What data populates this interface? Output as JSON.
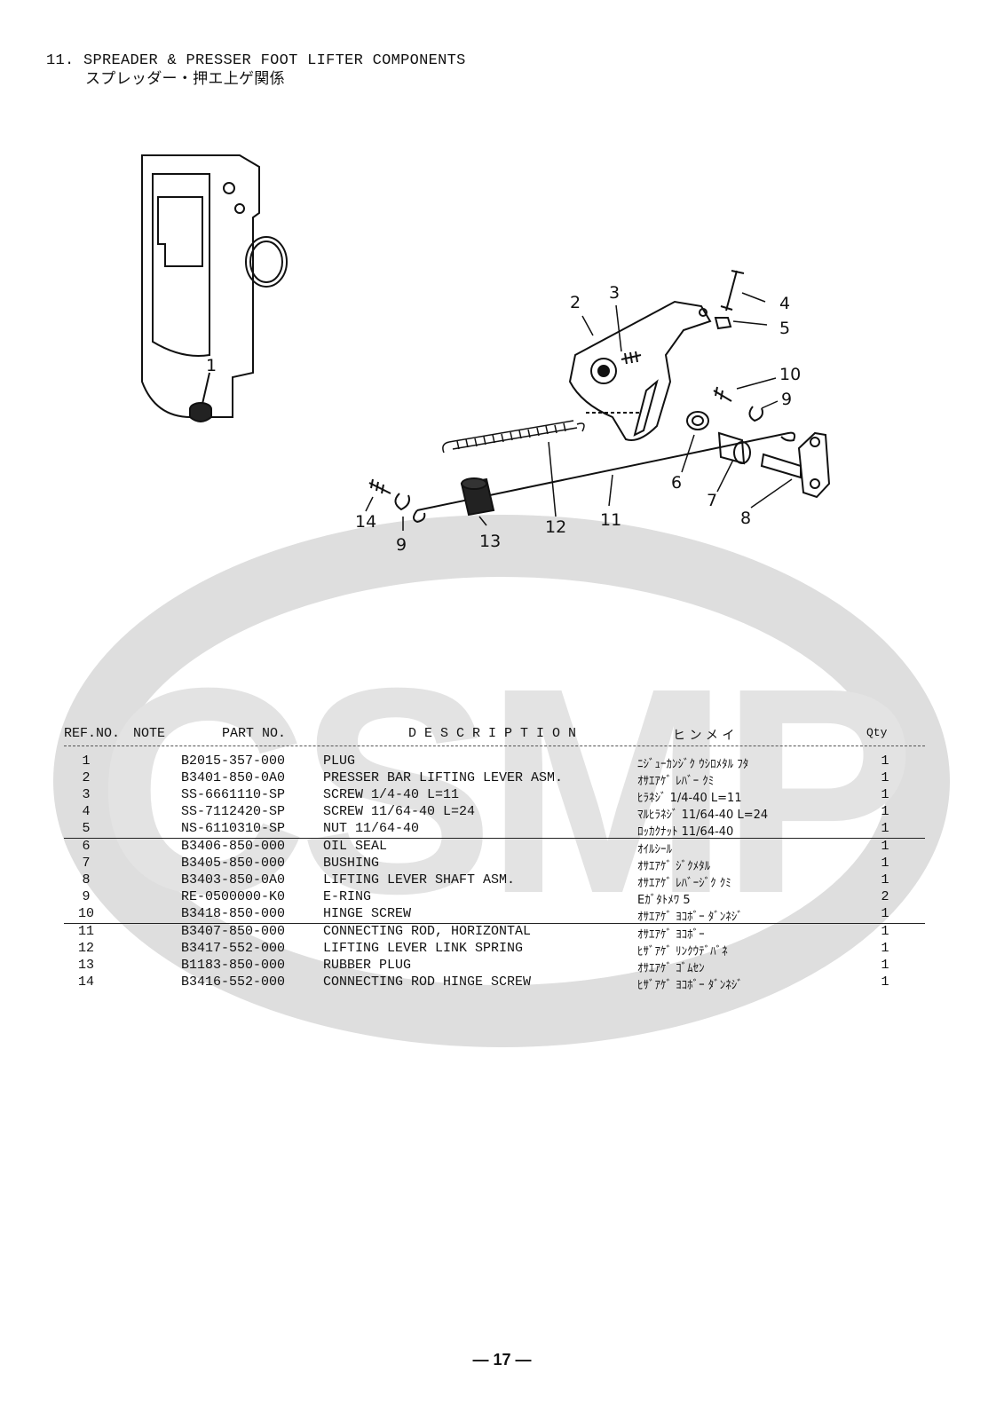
{
  "section": {
    "number": "11.",
    "title_en": "SPREADER & PRESSER FOOT LIFTER COMPONENTS",
    "title_jp": "スプレッダー・押エ上ゲ関係"
  },
  "watermark": {
    "text": "CSMP",
    "color": "#d9d9d9"
  },
  "callouts": [
    "1",
    "2",
    "3",
    "4",
    "5",
    "10",
    "9",
    "6",
    "7",
    "8",
    "11",
    "12",
    "13",
    "14",
    "9"
  ],
  "table": {
    "headers": {
      "ref": "REF.NO.",
      "note": "NOTE",
      "part": "PART NO.",
      "desc": "D E S C R I P T I O N",
      "jp": "ヒ   ン   メ   イ",
      "qty": "Qty"
    },
    "rows": [
      {
        "ref": "1",
        "part": "B2015-357-000",
        "desc": "PLUG",
        "jp": "ﾆｼﾞｭｰｶﾝｼﾞｸ ｳｼﾛﾒﾀﾙ ﾌﾀ",
        "qty": "1"
      },
      {
        "ref": "2",
        "part": "B3401-850-0A0",
        "desc": "PRESSER BAR LIFTING LEVER ASM.",
        "jp": "ｵｻｴｱｹﾞ ﾚﾊﾞｰ ｸﾐ",
        "qty": "1"
      },
      {
        "ref": "3",
        "part": "SS-6661110-SP",
        "desc": "SCREW  1/4-40 L=11",
        "jp": "ﾋﾗﾈｼﾞ 1/4-40 L=11",
        "qty": "1"
      },
      {
        "ref": "4",
        "part": "SS-7112420-SP",
        "desc": "SCREW  11/64-40 L=24",
        "jp": "ﾏﾙﾋﾗﾈｼﾞ 11/64-40 L=24",
        "qty": "1"
      },
      {
        "ref": "5",
        "part": "NS-6110310-SP",
        "desc": "NUT 11/64-40",
        "jp": "ﾛｯｶｸﾅｯﾄ 11/64-40",
        "qty": "1"
      },
      {
        "ref": "6",
        "part": "B3406-850-000",
        "desc": "OIL SEAL",
        "jp": "ｵｲﾙｼｰﾙ",
        "qty": "1"
      },
      {
        "ref": "7",
        "part": "B3405-850-000",
        "desc": "BUSHING",
        "jp": "ｵｻｴｱｹﾞ ｼﾞｸﾒﾀﾙ",
        "qty": "1"
      },
      {
        "ref": "8",
        "part": "B3403-850-0A0",
        "desc": "LIFTING LEVER SHAFT ASM.",
        "jp": "ｵｻｴｱｹﾞ ﾚﾊﾞｰｼﾞｸ ｸﾐ",
        "qty": "1"
      },
      {
        "ref": "9",
        "part": "RE-0500000-K0",
        "desc": "E-RING",
        "jp": "Eｶﾞﾀﾄﾒﾜ 5",
        "qty": "2"
      },
      {
        "ref": "10",
        "part": "B3418-850-000",
        "desc": "HINGE SCREW",
        "jp": "ｵｻｴｱｹﾞ ﾖｺﾎﾞｰ ﾀﾞﾝﾈｼﾞ",
        "qty": "1"
      },
      {
        "ref": "11",
        "part": "B3407-850-000",
        "desc": "CONNECTING ROD, HORIZONTAL",
        "jp": "ｵｻｴｱｹﾞ ﾖｺﾎﾞｰ",
        "qty": "1"
      },
      {
        "ref": "12",
        "part": "B3417-552-000",
        "desc": "LIFTING LEVER LINK SPRING",
        "jp": "ﾋｻﾞｱｹﾞ ﾘﾝｸｳﾃﾞﾊﾞﾈ",
        "qty": "1"
      },
      {
        "ref": "13",
        "part": "B1183-850-000",
        "desc": "RUBBER PLUG",
        "jp": "ｵｻｴｱｹﾞ ｺﾞﾑｾﾝ",
        "qty": "1"
      },
      {
        "ref": "14",
        "part": "B3416-552-000",
        "desc": "CONNECTING ROD HINGE SCREW",
        "jp": "ﾋｻﾞｱｹﾞ ﾖｺﾎﾞｰ ﾀﾞﾝﾈｼﾞ",
        "qty": "1"
      }
    ]
  },
  "page_number": "— 17 —"
}
